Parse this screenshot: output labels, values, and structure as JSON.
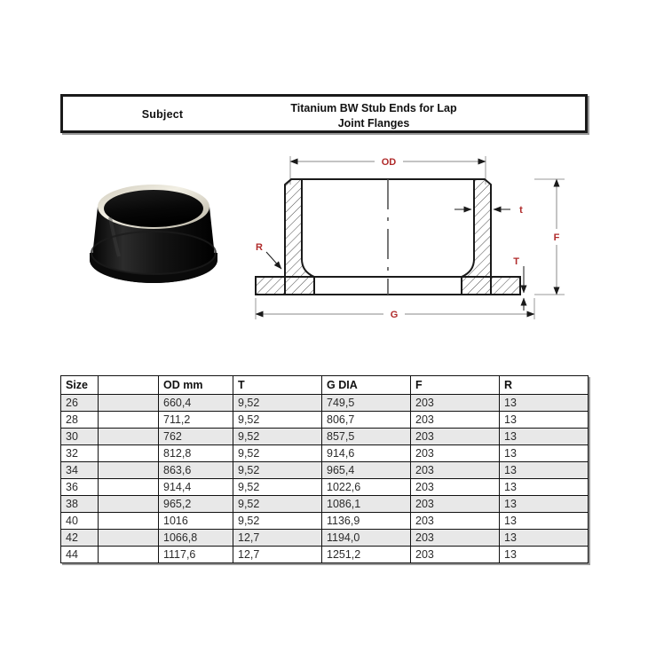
{
  "header": {
    "subject_label": "Subject",
    "title_line1": "Titanium BW Stub Ends for Lap",
    "title_line2": "Joint Flanges"
  },
  "photo": {
    "alt_name": "stub-end-fitting-photo",
    "body_color": "#0d0d0d",
    "rim_color": "#e6e3d8"
  },
  "drawing": {
    "name": "stub-end-cross-section-drawing",
    "label_color": "#b02b2b",
    "line_color": "#1a1a1a",
    "dimension_line_color": "#8a8a8a",
    "dimensions": {
      "od": "OD",
      "t": "t",
      "f": "F",
      "t_cap": "T",
      "r": "R",
      "g": "G"
    }
  },
  "table": {
    "columns": [
      "Size",
      "",
      "OD mm",
      "T",
      "G DIA",
      "F",
      "R"
    ],
    "rows": [
      [
        "26",
        "",
        "660,4",
        "9,52",
        "749,5",
        "203",
        "13"
      ],
      [
        "28",
        "",
        "711,2",
        "9,52",
        "806,7",
        "203",
        "13"
      ],
      [
        "30",
        "",
        "762",
        "9,52",
        "857,5",
        "203",
        "13"
      ],
      [
        "32",
        "",
        "812,8",
        "9,52",
        "914,6",
        "203",
        "13"
      ],
      [
        "34",
        "",
        "863,6",
        "9,52",
        "965,4",
        "203",
        "13"
      ],
      [
        "36",
        "",
        "914,4",
        "9,52",
        "1022,6",
        "203",
        "13"
      ],
      [
        "38",
        "",
        "965,2",
        "9,52",
        "1086,1",
        "203",
        "13"
      ],
      [
        "40",
        "",
        "1016",
        "9,52",
        "1136,9",
        "203",
        "13"
      ],
      [
        "42",
        "",
        "1066,8",
        "12,7",
        "1194,0",
        "203",
        "13"
      ],
      [
        "44",
        "",
        "1117,6",
        "12,7",
        "1251,2",
        "203",
        "13"
      ]
    ]
  }
}
